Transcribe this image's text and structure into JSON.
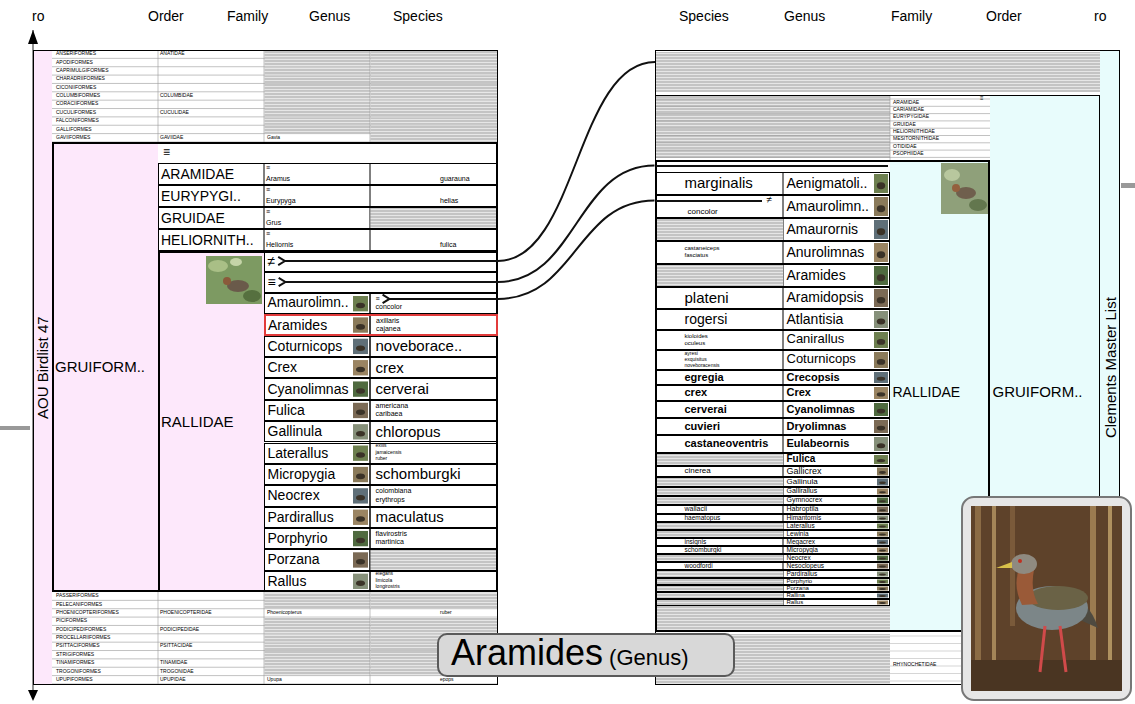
{
  "diagram": {
    "nodes": [
      {
        "text": [
          "AOU Birdlist 47"
        ]
      },
      {
        "text": [
          "GRUIFORM.."
        ],
        "in": 0
      },
      {
        "text": [
          "ARAMIDAE",
          "≡",
          "Aramus",
          "guarauna"
        ],
        "in": 1
      },
      {
        "text": [
          "EURYPYGI..",
          "≡",
          "Eurypyga",
          "helias"
        ],
        "in": 1
      },
      {
        "text": [
          "GRUIDAE",
          "≡",
          "Grus"
        ],
        "in": 1
      },
      {
        "text": [
          "HELIORNITH..",
          "≡",
          "Heliornis",
          "fulica"
        ],
        "in": 1
      },
      {
        "text": [
          "RALLIDAE"
        ],
        "in": 1
      },
      {
        "text": [
          "≠"
        ],
        "in": 6
      },
      {
        "text": [
          "≡"
        ],
        "in": 6
      },
      {
        "text": [
          "Amaurolimn..",
          "≡",
          "concolor"
        ],
        "in": 6
      },
      {
        "text": [
          "Aramides",
          "axillaris",
          "cajanea"
        ],
        "in": 6
      },
      {
        "text": [
          "Coturnicops",
          "noveborace.."
        ],
        "in": 6
      },
      {
        "text": [
          "Crex",
          "crex"
        ],
        "in": 6
      },
      {
        "text": [
          "Cyanolimnas",
          "cerverai"
        ],
        "in": 6
      },
      {
        "text": [
          "Fulica",
          "americana",
          "caribaea"
        ],
        "in": 6
      },
      {
        "text": [
          "Gallinula",
          "chloropus"
        ],
        "in": 6
      },
      {
        "text": [
          "Laterallus",
          "exilis",
          "jamaicensis",
          "ruber"
        ],
        "in": 6
      },
      {
        "text": [
          "Micropygia",
          "schomburgki"
        ],
        "in": 6
      },
      {
        "text": [
          "Neocrex",
          "colombiana",
          "erythrops"
        ],
        "in": 6
      },
      {
        "text": [
          "Pardirallus",
          "maculatus"
        ],
        "in": 6
      },
      {
        "text": [
          "Porphyrio",
          "flavirostris",
          "martinica"
        ],
        "in": 6
      },
      {
        "text": [
          "Porzana"
        ],
        "in": 6
      },
      {
        "text": [
          "Rallus",
          "elegans",
          "limicola",
          "longirostris"
        ],
        "in": 6
      },
      {
        "text": [
          "Clements Master List"
        ]
      },
      {
        "text": [
          "GRUIFORM.."
        ],
        "in": 23
      },
      {
        "text": [
          "RALLIDAE"
        ],
        "in": 24
      },
      {
        "text": [
          "marginalis",
          "Aenigmatoli.."
        ],
        "in": 25
      },
      {
        "text": [
          "concolor",
          "≠",
          "Amaurolimn.."
        ],
        "in": 25
      },
      {
        "text": [
          "Amaurornis"
        ],
        "in": 25
      },
      {
        "text": [
          "castaneiceps",
          "fasciatus",
          "Anurolimnas"
        ],
        "in": 25
      },
      {
        "text": [
          "Aramides"
        ],
        "in": 25
      },
      {
        "text": [
          "plateni",
          "Aramidopsis"
        ],
        "in": 25
      },
      {
        "text": [
          "rogersi",
          "Atlantisia"
        ],
        "in": 25
      },
      {
        "text": [
          "kioloides",
          "oculeus",
          "Canirallus"
        ],
        "in": 25
      },
      {
        "text": [
          "ayresi",
          "exquisitus",
          "noveboracensis",
          "Coturnicops"
        ],
        "in": 25
      },
      {
        "text": [
          "egregia",
          "Crecopsis"
        ],
        "in": 25
      },
      {
        "text": [
          "crex",
          "Crex"
        ],
        "in": 25
      },
      {
        "text": [
          "cerverai",
          "Cyanolimnas"
        ],
        "in": 25
      },
      {
        "text": [
          "cuvieri",
          "Dryolimnas"
        ],
        "in": 25
      },
      {
        "text": [
          "castaneoventris",
          "Eulabeornis"
        ],
        "in": 25
      },
      {
        "text": [
          "Fulica"
        ],
        "in": 25
      },
      {
        "text": [
          "cinerea",
          "Gallicrex"
        ],
        "in": 25
      },
      {
        "text": [
          "Gallinula"
        ],
        "in": 25
      },
      {
        "text": [
          "Gallirallus"
        ],
        "in": 25
      },
      {
        "text": [
          "Gymnocrex"
        ],
        "in": 25
      },
      {
        "text": [
          "wallacii",
          "Habroptila"
        ],
        "in": 25
      },
      {
        "text": [
          "haematopus",
          "Himantornis"
        ],
        "in": 25
      },
      {
        "text": [
          "Laterallus"
        ],
        "in": 25
      },
      {
        "text": [
          "Lewinia"
        ],
        "in": 25
      },
      {
        "text": [
          "insignis",
          "Megacrex"
        ],
        "in": 25
      },
      {
        "text": [
          "schomburgki",
          "Micropygia"
        ],
        "in": 25
      },
      {
        "text": [
          "Neocrex"
        ],
        "in": 25
      },
      {
        "text": [
          "woodfordi",
          "Nesoclopeus"
        ],
        "in": 25
      },
      {
        "text": [
          "Pardirallus"
        ],
        "in": 25
      },
      {
        "text": [
          "Porphyrio"
        ],
        "in": 25
      },
      {
        "text": [
          "Porzana"
        ],
        "in": 25
      },
      {
        "text": [
          "Rallina"
        ],
        "in": 25
      },
      {
        "text": [
          "Rallus"
        ],
        "in": 25
      },
      {
        "text": [
          "Aramides",
          "(Genus)"
        ]
      }
    ],
    "edges": [
      {
        "from": 7,
        "to": 23,
        "arrow": "none"
      },
      {
        "from": 8,
        "to": 25,
        "arrow": "none"
      },
      {
        "from": 9,
        "to": 27,
        "arrow": "none"
      }
    ],
    "labels": [
      "ro",
      "Order",
      "Family",
      "Genus",
      "Species",
      "Species",
      "Genus",
      "Family",
      "Order",
      "ro",
      "ANSERIFORMES",
      "APODIFORMES",
      "CAPRIMULGIFORMES",
      "CHARADRIIFORMES",
      "CICONIIFORMES",
      "COLUMBIFORMES",
      "CORACIIFORMES",
      "CUCULIFORMES",
      "FALCONIFORMES",
      "GALLIFORMES",
      "GAVIIFORMES",
      "ANATIDAE",
      "COLUMBIDAE",
      "CUCULIDAE",
      "GAVIIDAE",
      "Gavia",
      "≡",
      "PASSERIFORMES",
      "PELECANIFORMES",
      "PHOENICOPTERIFORMES",
      "PICIFORMES",
      "PODICIPEDIFORMES",
      "PROCELLARIIFORMES",
      "PSITTACIFORMES",
      "STRIGIFORMES",
      "TINAMIFORMES",
      "TROGONIFORMES",
      "UPUPIFORMES",
      "PHOENICOPTERIDAE",
      "Phoenicopterus",
      "ruber",
      "PODICIPEDIDAE",
      "PSITTACIDAE",
      "TINAMIDAE",
      "TROGONIDAE",
      "UPUPIDAE",
      "Upupa",
      "epops",
      "ARAMIDAE",
      "CARIAMIDAE",
      "EURYPYGIDAE",
      "GRUIDAE",
      "HELIORNITHIDAE",
      "MESITORNITHIDAE",
      "OTIDIDAE",
      "PSOPHIIDAE",
      "RHYNOCHETIDAE",
      "≡"
    ]
  }
}
